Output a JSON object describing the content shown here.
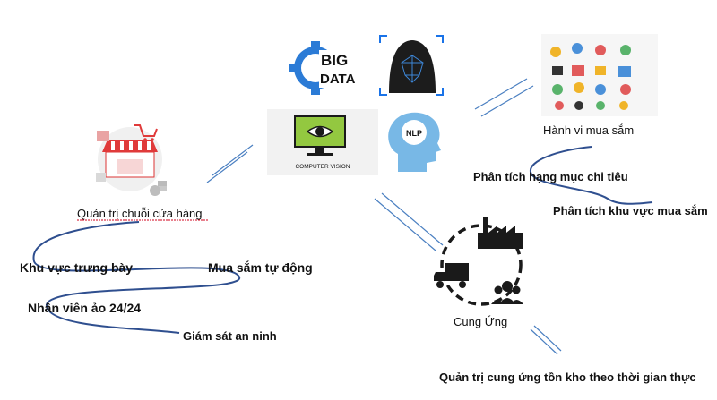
{
  "icons": {
    "big_data": {
      "line1": "BIG",
      "line2": "DATA"
    },
    "computer_vision": "COMPUTER VISION",
    "nlp": "NLP"
  },
  "nodes": {
    "store_chain": "Quản trị chuỗi cửa hàng",
    "shopping_behavior": "Hành vi mua sắm",
    "supply": "Cung Ứng"
  },
  "store_features": {
    "display_area": "Khu vực trưng bày",
    "auto_shopping": "Mua sắm tự động",
    "virtual_staff": "Nhân viên ảo 24/24",
    "security": "Giám sát an ninh"
  },
  "behavior_features": {
    "spending_category": "Phân tích hạng mục chi tiêu",
    "shopping_area": "Phân tích khu vực mua sắm"
  },
  "supply_features": {
    "realtime_inventory": "Quản trị cung ứng tồn kho theo thời gian thực"
  },
  "colors": {
    "accent_blue": "#4a7fc1",
    "curve_navy": "#2f4f8f",
    "store_red": "#e03a3a",
    "monitor_green": "#93c840",
    "icon_dark": "#1a1a1a"
  }
}
